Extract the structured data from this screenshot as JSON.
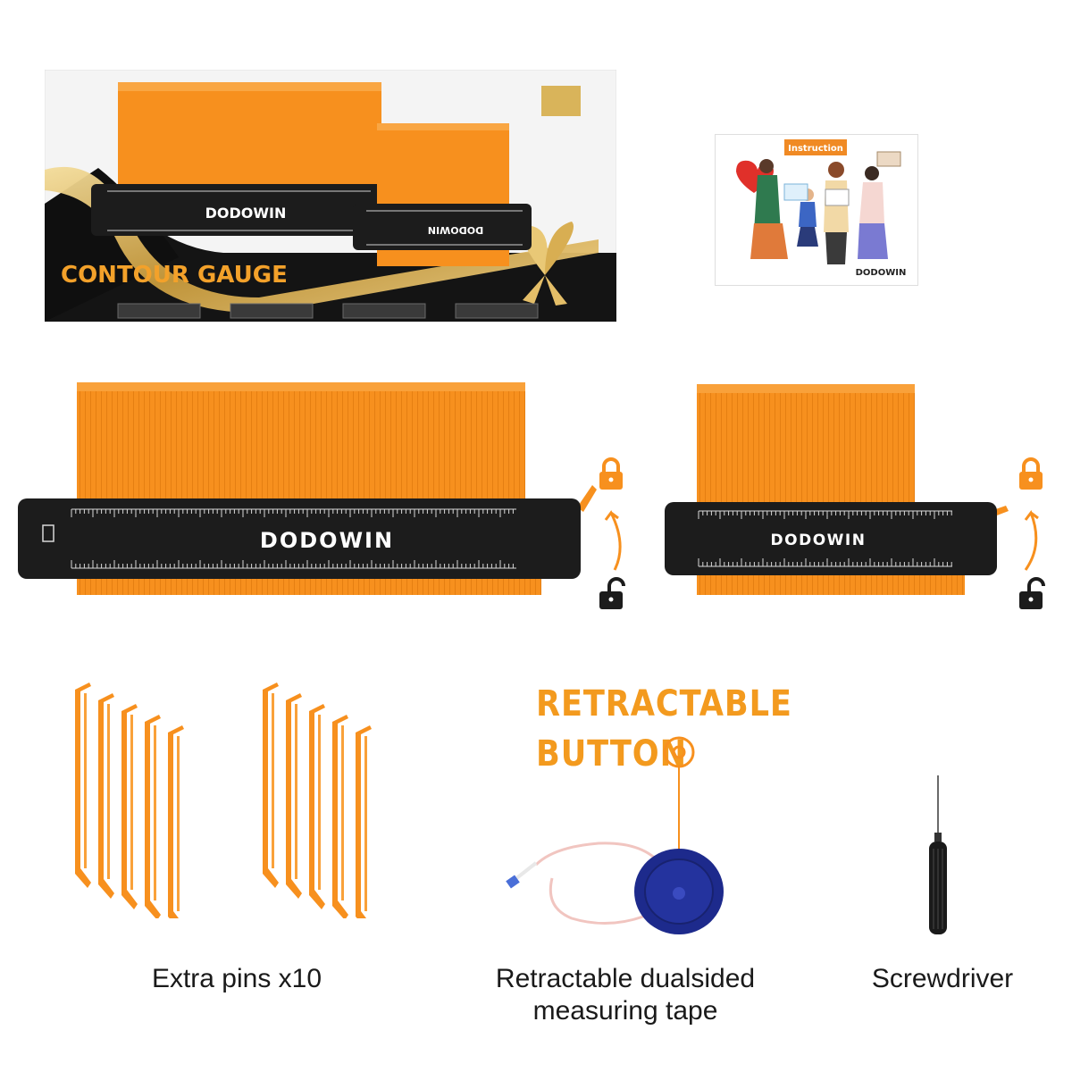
{
  "brand": "DODOWIN",
  "box": {
    "title": "CONTOUR GAUGE"
  },
  "card": {
    "header": "Instruction",
    "brand": "DODOWIN"
  },
  "callout": {
    "line1": "RETRACTABLE",
    "line2": "BUTTON"
  },
  "captions": {
    "pins": "Extra pins x10",
    "tape_line1": "Retractable dualsided",
    "tape_line2": "measuring tape",
    "screwdriver": "Screwdriver"
  },
  "colors": {
    "orange": "#f7901e",
    "orange_dark": "#e27d10",
    "black": "#1c1c1c",
    "blue": "#1d2a8c",
    "gold": "#d9b45a"
  },
  "icons": [
    "lock-closed-icon",
    "lock-open-icon",
    "curved-arrow-icon",
    "target-icon"
  ]
}
